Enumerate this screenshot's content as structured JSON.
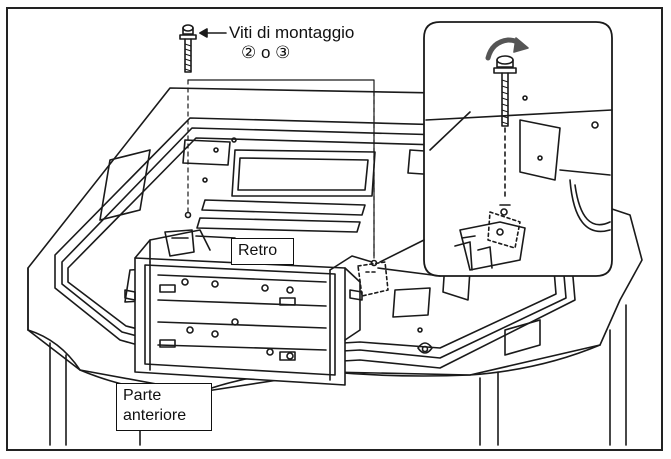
{
  "callout": {
    "line1": "Viti di montaggio",
    "line2": "② o ③"
  },
  "labels": {
    "back": "Retro",
    "front_line1": "Parte",
    "front_line2": "anteriore"
  },
  "colors": {
    "line": "#1a1a1a",
    "fill": "#ffffff",
    "shade": "#d9d9d9"
  },
  "icons": [
    "screw-icon",
    "rotation-arrow-icon",
    "arrow-icon"
  ]
}
